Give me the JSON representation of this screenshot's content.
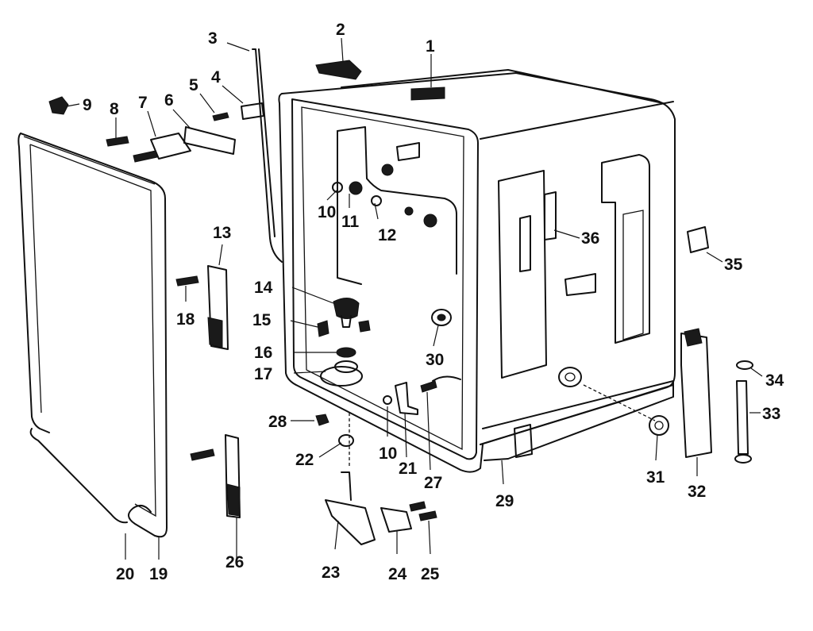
{
  "callouts": [
    {
      "id": "c1",
      "text": "1"
    },
    {
      "id": "c2",
      "text": "2"
    },
    {
      "id": "c3",
      "text": "3"
    },
    {
      "id": "c4",
      "text": "4"
    },
    {
      "id": "c5",
      "text": "5"
    },
    {
      "id": "c6",
      "text": "6"
    },
    {
      "id": "c7",
      "text": "7"
    },
    {
      "id": "c8",
      "text": "8"
    },
    {
      "id": "c9",
      "text": "9"
    },
    {
      "id": "c10a",
      "text": "10"
    },
    {
      "id": "c11",
      "text": "11"
    },
    {
      "id": "c12",
      "text": "12"
    },
    {
      "id": "c13",
      "text": "13"
    },
    {
      "id": "c14",
      "text": "14"
    },
    {
      "id": "c15",
      "text": "15"
    },
    {
      "id": "c16",
      "text": "16"
    },
    {
      "id": "c17",
      "text": "17"
    },
    {
      "id": "c18",
      "text": "18"
    },
    {
      "id": "c19",
      "text": "19"
    },
    {
      "id": "c20",
      "text": "20"
    },
    {
      "id": "c21",
      "text": "21"
    },
    {
      "id": "c22",
      "text": "22"
    },
    {
      "id": "c23",
      "text": "23"
    },
    {
      "id": "c24",
      "text": "24"
    },
    {
      "id": "c25",
      "text": "25"
    },
    {
      "id": "c26",
      "text": "26"
    },
    {
      "id": "c27",
      "text": "27"
    },
    {
      "id": "c28",
      "text": "28"
    },
    {
      "id": "c29",
      "text": "29"
    },
    {
      "id": "c30",
      "text": "30"
    },
    {
      "id": "c31",
      "text": "31"
    },
    {
      "id": "c32",
      "text": "32"
    },
    {
      "id": "c33",
      "text": "33"
    },
    {
      "id": "c34",
      "text": "34"
    },
    {
      "id": "c35",
      "text": "35"
    },
    {
      "id": "c36",
      "text": "36"
    },
    {
      "id": "c10b",
      "text": "10"
    }
  ]
}
